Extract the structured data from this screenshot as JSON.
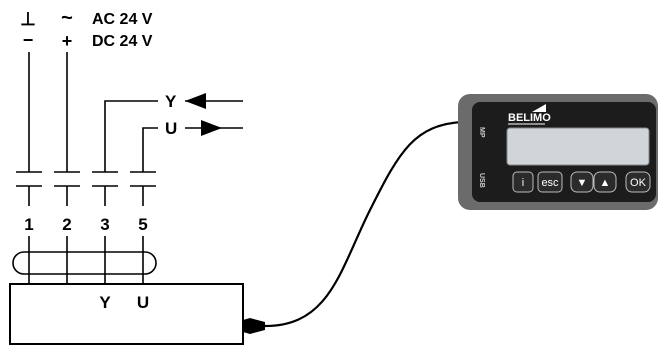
{
  "supply": {
    "symbol_ground": "⊥",
    "symbol_ac": "~",
    "symbol_minus": "−",
    "symbol_plus": "+",
    "ac_label": "AC 24 V",
    "dc_label": "DC 24 V"
  },
  "signals": {
    "y_label": "Y",
    "u_label": "U"
  },
  "terminals": [
    "1",
    "2",
    "3",
    "5"
  ],
  "actuator": {
    "y_label": "Y",
    "u_label": "U"
  },
  "device": {
    "brand": "BELIMO",
    "side_mp": "MP",
    "side_usb": "USB",
    "buttons": {
      "info": "i",
      "esc": "esc",
      "down": "▼",
      "up": "▲",
      "ok": "OK"
    }
  }
}
